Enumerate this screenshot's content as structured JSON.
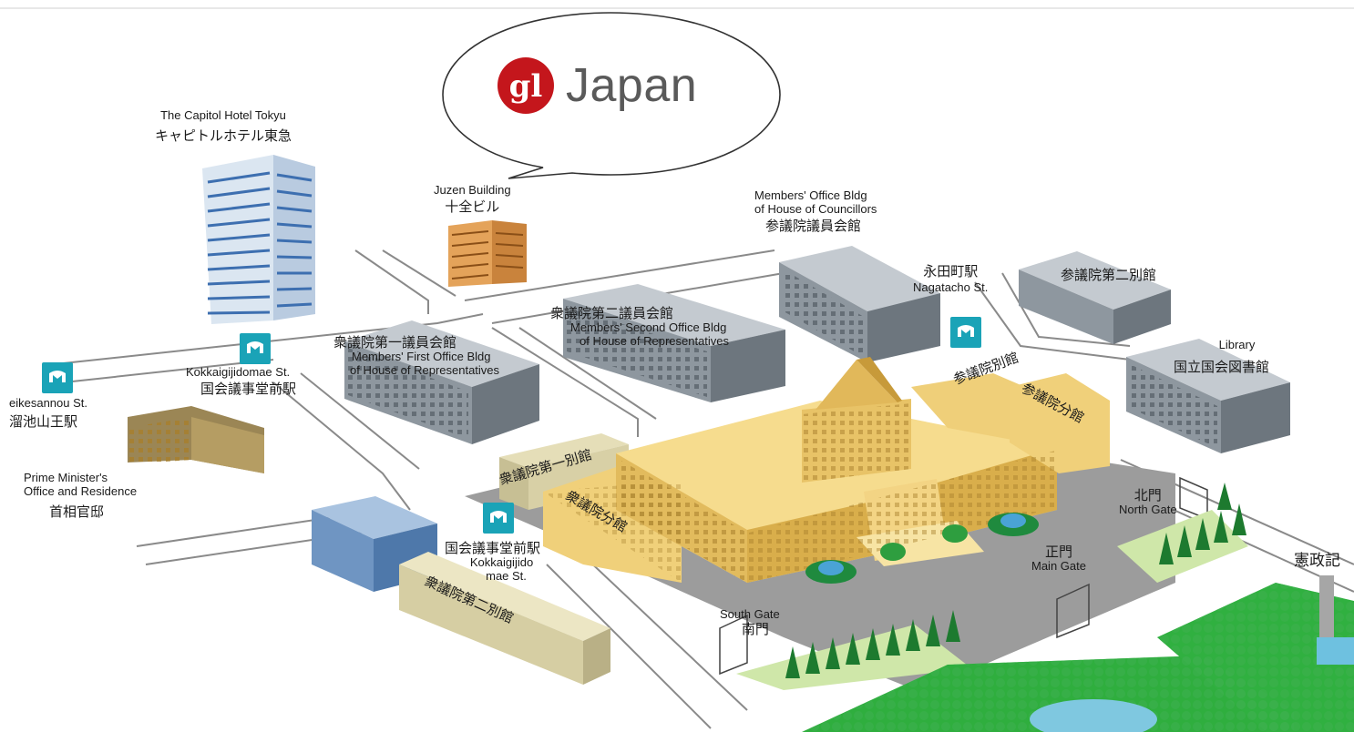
{
  "logo": {
    "mark": "gl",
    "text": "Japan",
    "accent": "#c4161c",
    "icon": "gl-japan-logo"
  },
  "colors": {
    "road": "#8a8a8a",
    "plaza": "#9c9c9c",
    "diet": "#f0d07a",
    "office": "#8e979f",
    "green": "#2e9e3f",
    "metro": "#1aa3b7"
  },
  "labels": {
    "capitol_hotel_en": "The Capitol Hotel Tokyu",
    "capitol_hotel_jp": "キャピトルホテル東急",
    "juzen_en": "Juzen Building",
    "juzen_jp": "十全ビル",
    "councillors_en_1": "Members' Office Bldg",
    "councillors_en_2": "of House of Councillors",
    "councillors_jp": "参議院議員会館",
    "nagatacho_jp": "永田町駅",
    "nagatacho_en": "Nagatacho St.",
    "councillors_annex2_jp": "参議院第二別館",
    "library_en": "Library",
    "library_jp": "国立国会図書館",
    "second_office_jp": "衆議院第二議員会館",
    "second_office_en_1": "Members' Second Office Bldg",
    "second_office_en_2": "of House of Representatives",
    "first_office_jp": "衆議院第一議員会館",
    "first_office_en_1": "Members' First Office Bldg",
    "first_office_en_2": "of House of Representatives",
    "kokkaigijidomae_en": "Kokkaigijidomae St.",
    "kokkaigijidomae_jp": "国会議事堂前駅",
    "tameike_en": "eikesannou St.",
    "tameike_jp": "溜池山王駅",
    "pm_office_en_1": "Prime Minister's",
    "pm_office_en_2": "Office and Residence",
    "pm_office_jp": "首相官邸",
    "councillors_annex_jp": "参議院別館",
    "councillors_branch_jp": "参議院分館",
    "reps_annex1_jp": "衆議院第一別館",
    "reps_branch_jp": "衆議院分館",
    "kokkai_station_jp": "国会議事堂前駅",
    "kokkai_station_en_1": "Kokkaigijido",
    "kokkai_station_en_2": "mae St.",
    "reps_annex2_jp": "衆議院第二別館",
    "north_gate_jp": "北門",
    "north_gate_en": "North Gate",
    "main_gate_jp": "正門",
    "main_gate_en": "Main Gate",
    "south_gate_en": "South Gate",
    "south_gate_jp": "南門",
    "kensei_jp": "憲政記"
  }
}
